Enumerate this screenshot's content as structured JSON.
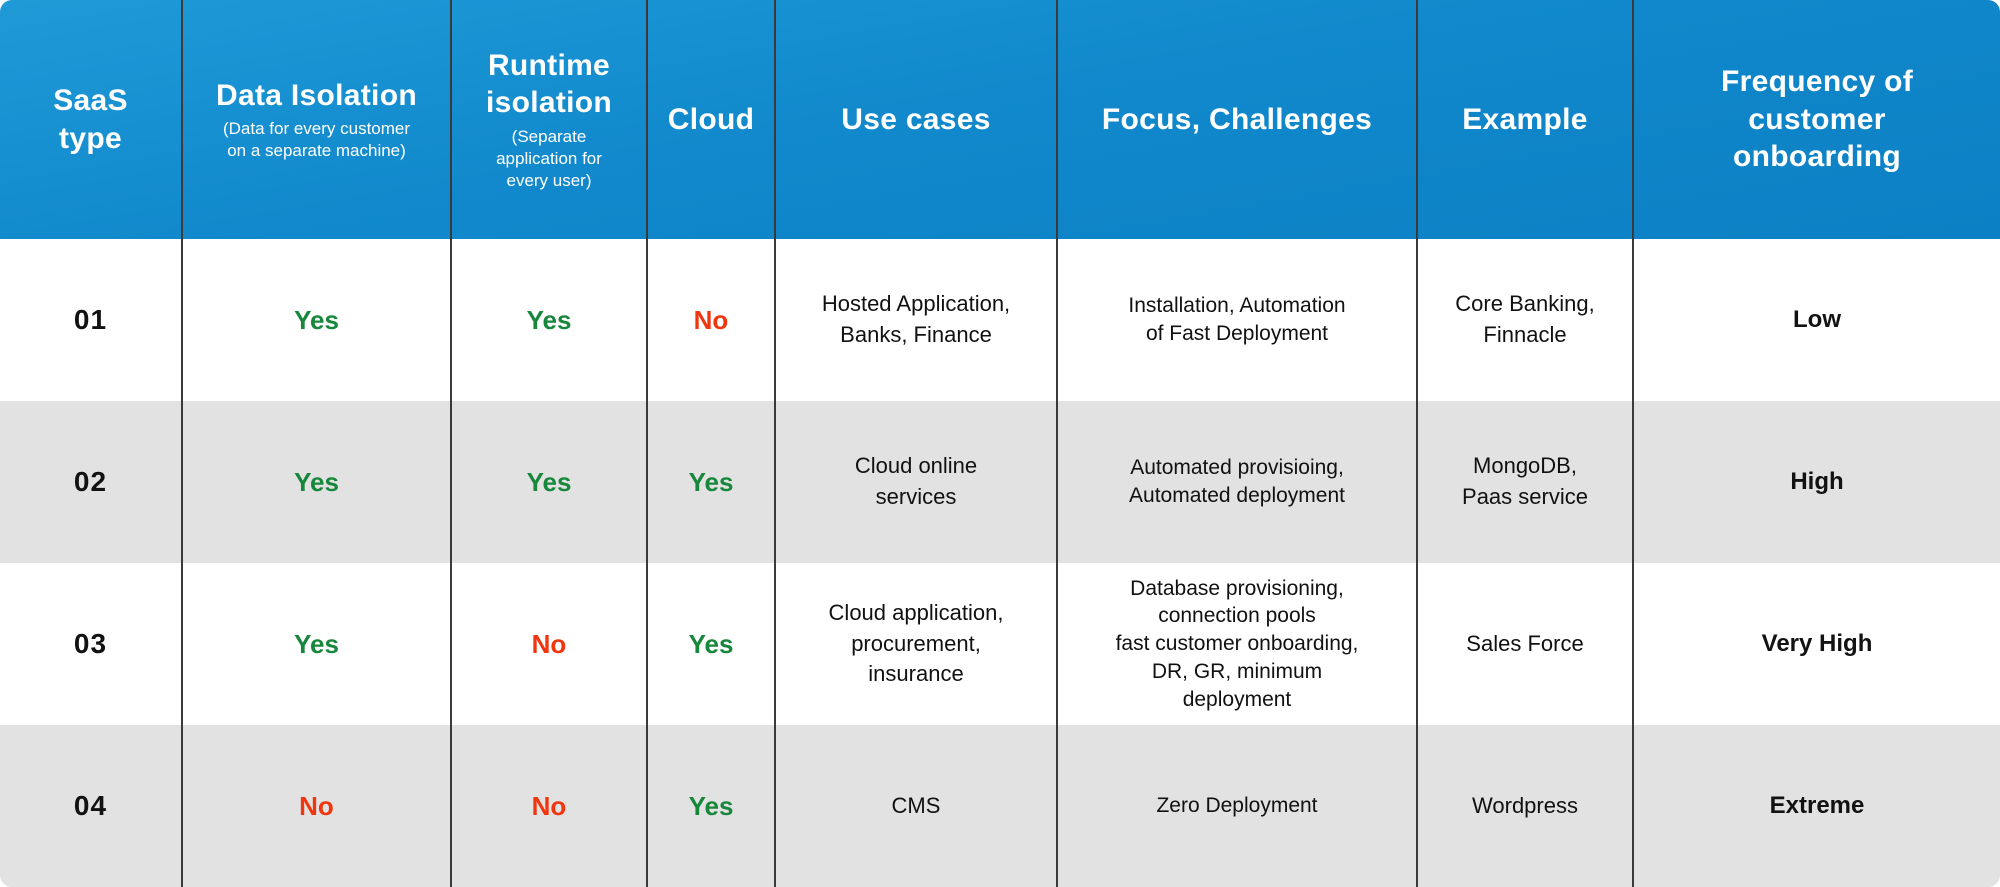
{
  "colors": {
    "header_blue_top": "#1f9ad7",
    "header_blue_bottom": "#0c80c4",
    "grid_line": "#3a3a3a",
    "row_alt_gray": "#e2e2e2",
    "yes_green": "#17873c",
    "no_red": "#f0360f",
    "header_text": "#ffffff",
    "body_text": "#121212"
  },
  "header": {
    "cells": [
      {
        "title": "SaaS\ntype"
      },
      {
        "title": "Data Isolation",
        "caption": "(Data for every customer\non a separate machine)"
      },
      {
        "title": "Runtime\nisolation",
        "caption": "(Separate\napplication for\nevery user)"
      },
      {
        "title": "Cloud"
      },
      {
        "title": "Use cases"
      },
      {
        "title": "Focus, Challenges"
      },
      {
        "title": "Example"
      },
      {
        "title": "Frequency of\ncustomer\nonboarding"
      }
    ]
  },
  "rows": [
    {
      "id": "01",
      "data_isolation": "Yes",
      "runtime_isolation": "Yes",
      "cloud": "No",
      "use_cases": "Hosted Application,\nBanks, Finance",
      "focus_challenges": "Installation, Automation\nof Fast Deployment",
      "example": "Core Banking,\nFinnacle",
      "onboarding_frequency": "Low"
    },
    {
      "id": "02",
      "data_isolation": "Yes",
      "runtime_isolation": "Yes",
      "cloud": "Yes",
      "use_cases": "Cloud online\nservices",
      "focus_challenges": "Automated provisioing,\nAutomated deployment",
      "example": "MongoDB,\nPaas service",
      "onboarding_frequency": "High"
    },
    {
      "id": "03",
      "data_isolation": "Yes",
      "runtime_isolation": "No",
      "cloud": "Yes",
      "use_cases": "Cloud application,\nprocurement,\ninsurance",
      "focus_challenges": "Database provisioning,\nconnection pools\nfast customer onboarding,\nDR, GR, minimum\ndeployment",
      "example": "Sales Force",
      "onboarding_frequency": "Very High"
    },
    {
      "id": "04",
      "data_isolation": "No",
      "runtime_isolation": "No",
      "cloud": "Yes",
      "use_cases": "CMS",
      "focus_challenges": "Zero Deployment",
      "example": "Wordpress",
      "onboarding_frequency": "Extreme"
    }
  ],
  "chart_data": {
    "type": "table",
    "title": "SaaS types comparison",
    "columns": [
      "SaaS type",
      "Data Isolation (Data for every customer on a separate machine)",
      "Runtime isolation (Separate application for every user)",
      "Cloud",
      "Use cases",
      "Focus, Challenges",
      "Example",
      "Frequency of customer onboarding"
    ],
    "rows": [
      [
        "01",
        "Yes",
        "Yes",
        "No",
        "Hosted Application, Banks, Finance",
        "Installation, Automation of Fast Deployment",
        "Core Banking, Finnacle",
        "Low"
      ],
      [
        "02",
        "Yes",
        "Yes",
        "Yes",
        "Cloud online services",
        "Automated provisioing, Automated deployment",
        "MongoDB, Paas service",
        "High"
      ],
      [
        "03",
        "Yes",
        "No",
        "Yes",
        "Cloud application, procurement, insurance",
        "Database provisioning, connection pools fast customer onboarding, DR, GR, minimum deployment",
        "Sales Force",
        "Very High"
      ],
      [
        "04",
        "No",
        "No",
        "Yes",
        "CMS",
        "Zero Deployment",
        "Wordpress",
        "Extreme"
      ]
    ],
    "layout": {
      "header_background": "gradient #1f9ad7 to #0c80c4",
      "alternating_rows": [
        "#ffffff",
        "#e2e2e2"
      ],
      "yes_color": "#17873c",
      "no_color": "#f0360f"
    }
  }
}
